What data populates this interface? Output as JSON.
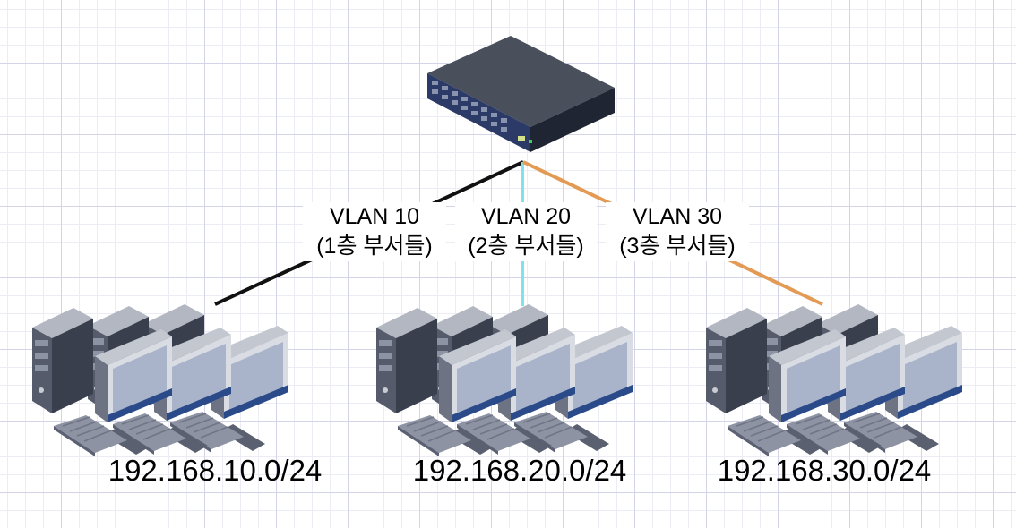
{
  "switch": {
    "icon": "network-switch-icon"
  },
  "links": [
    {
      "vlan_label": "VLAN 10",
      "dept_label": "(1층 부서들)",
      "color": "#111111"
    },
    {
      "vlan_label": "VLAN 20",
      "dept_label": "(2층 부서들)",
      "color": "#7fe3ee"
    },
    {
      "vlan_label": "VLAN 30",
      "dept_label": "(3층 부서들)",
      "color": "#e39a55"
    }
  ],
  "groups": [
    {
      "subnet": "192.168.10.0/24",
      "icon": "workstation-group-icon"
    },
    {
      "subnet": "192.168.20.0/24",
      "icon": "workstation-group-icon"
    },
    {
      "subnet": "192.168.30.0/24",
      "icon": "workstation-group-icon"
    }
  ],
  "colors": {
    "grid_major": "#d4d4e8",
    "grid_minor": "#ececf5",
    "device_dark": "#3c4254",
    "monitor_screen": "#a9b4cb",
    "monitor_trim": "#2b4a8a"
  }
}
